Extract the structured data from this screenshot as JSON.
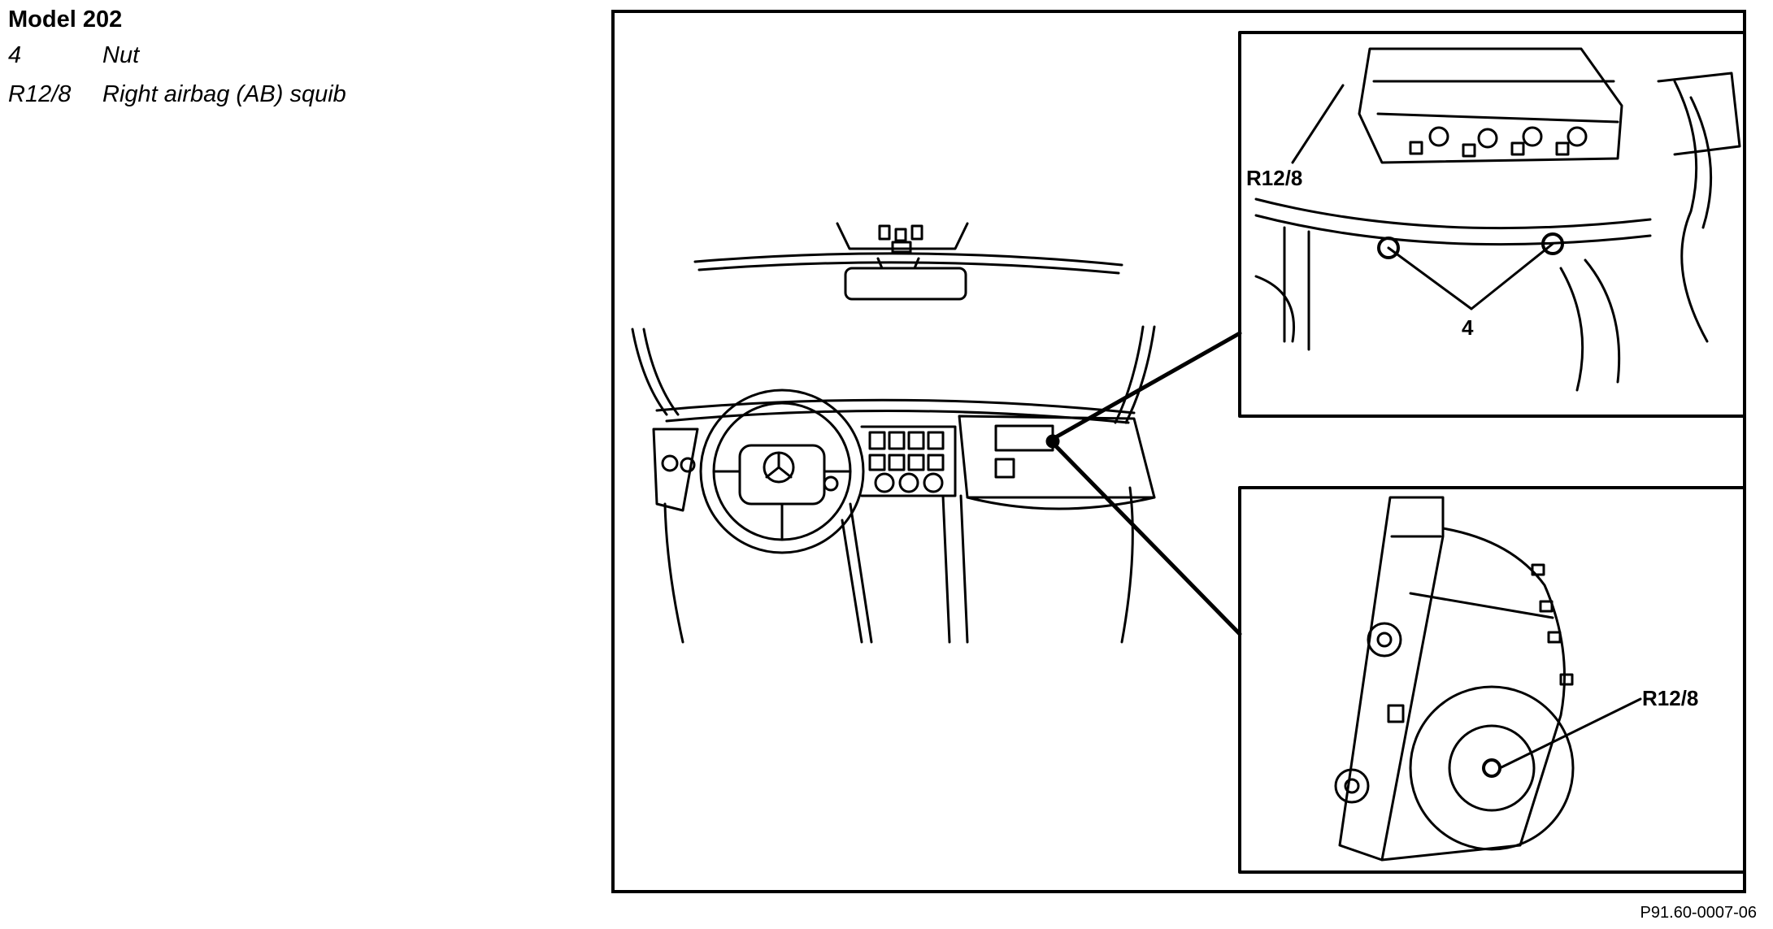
{
  "legend": {
    "title": "Model 202",
    "items": [
      {
        "code": "4",
        "description": "Nut"
      },
      {
        "code": "R12/8",
        "description": "Right airbag (AB) squib"
      }
    ]
  },
  "figure": {
    "callouts": {
      "top_squib": "R12/8",
      "top_nut": "4",
      "bottom_squib": "R12/8"
    },
    "reference_id": "P91.60-0007-06"
  }
}
